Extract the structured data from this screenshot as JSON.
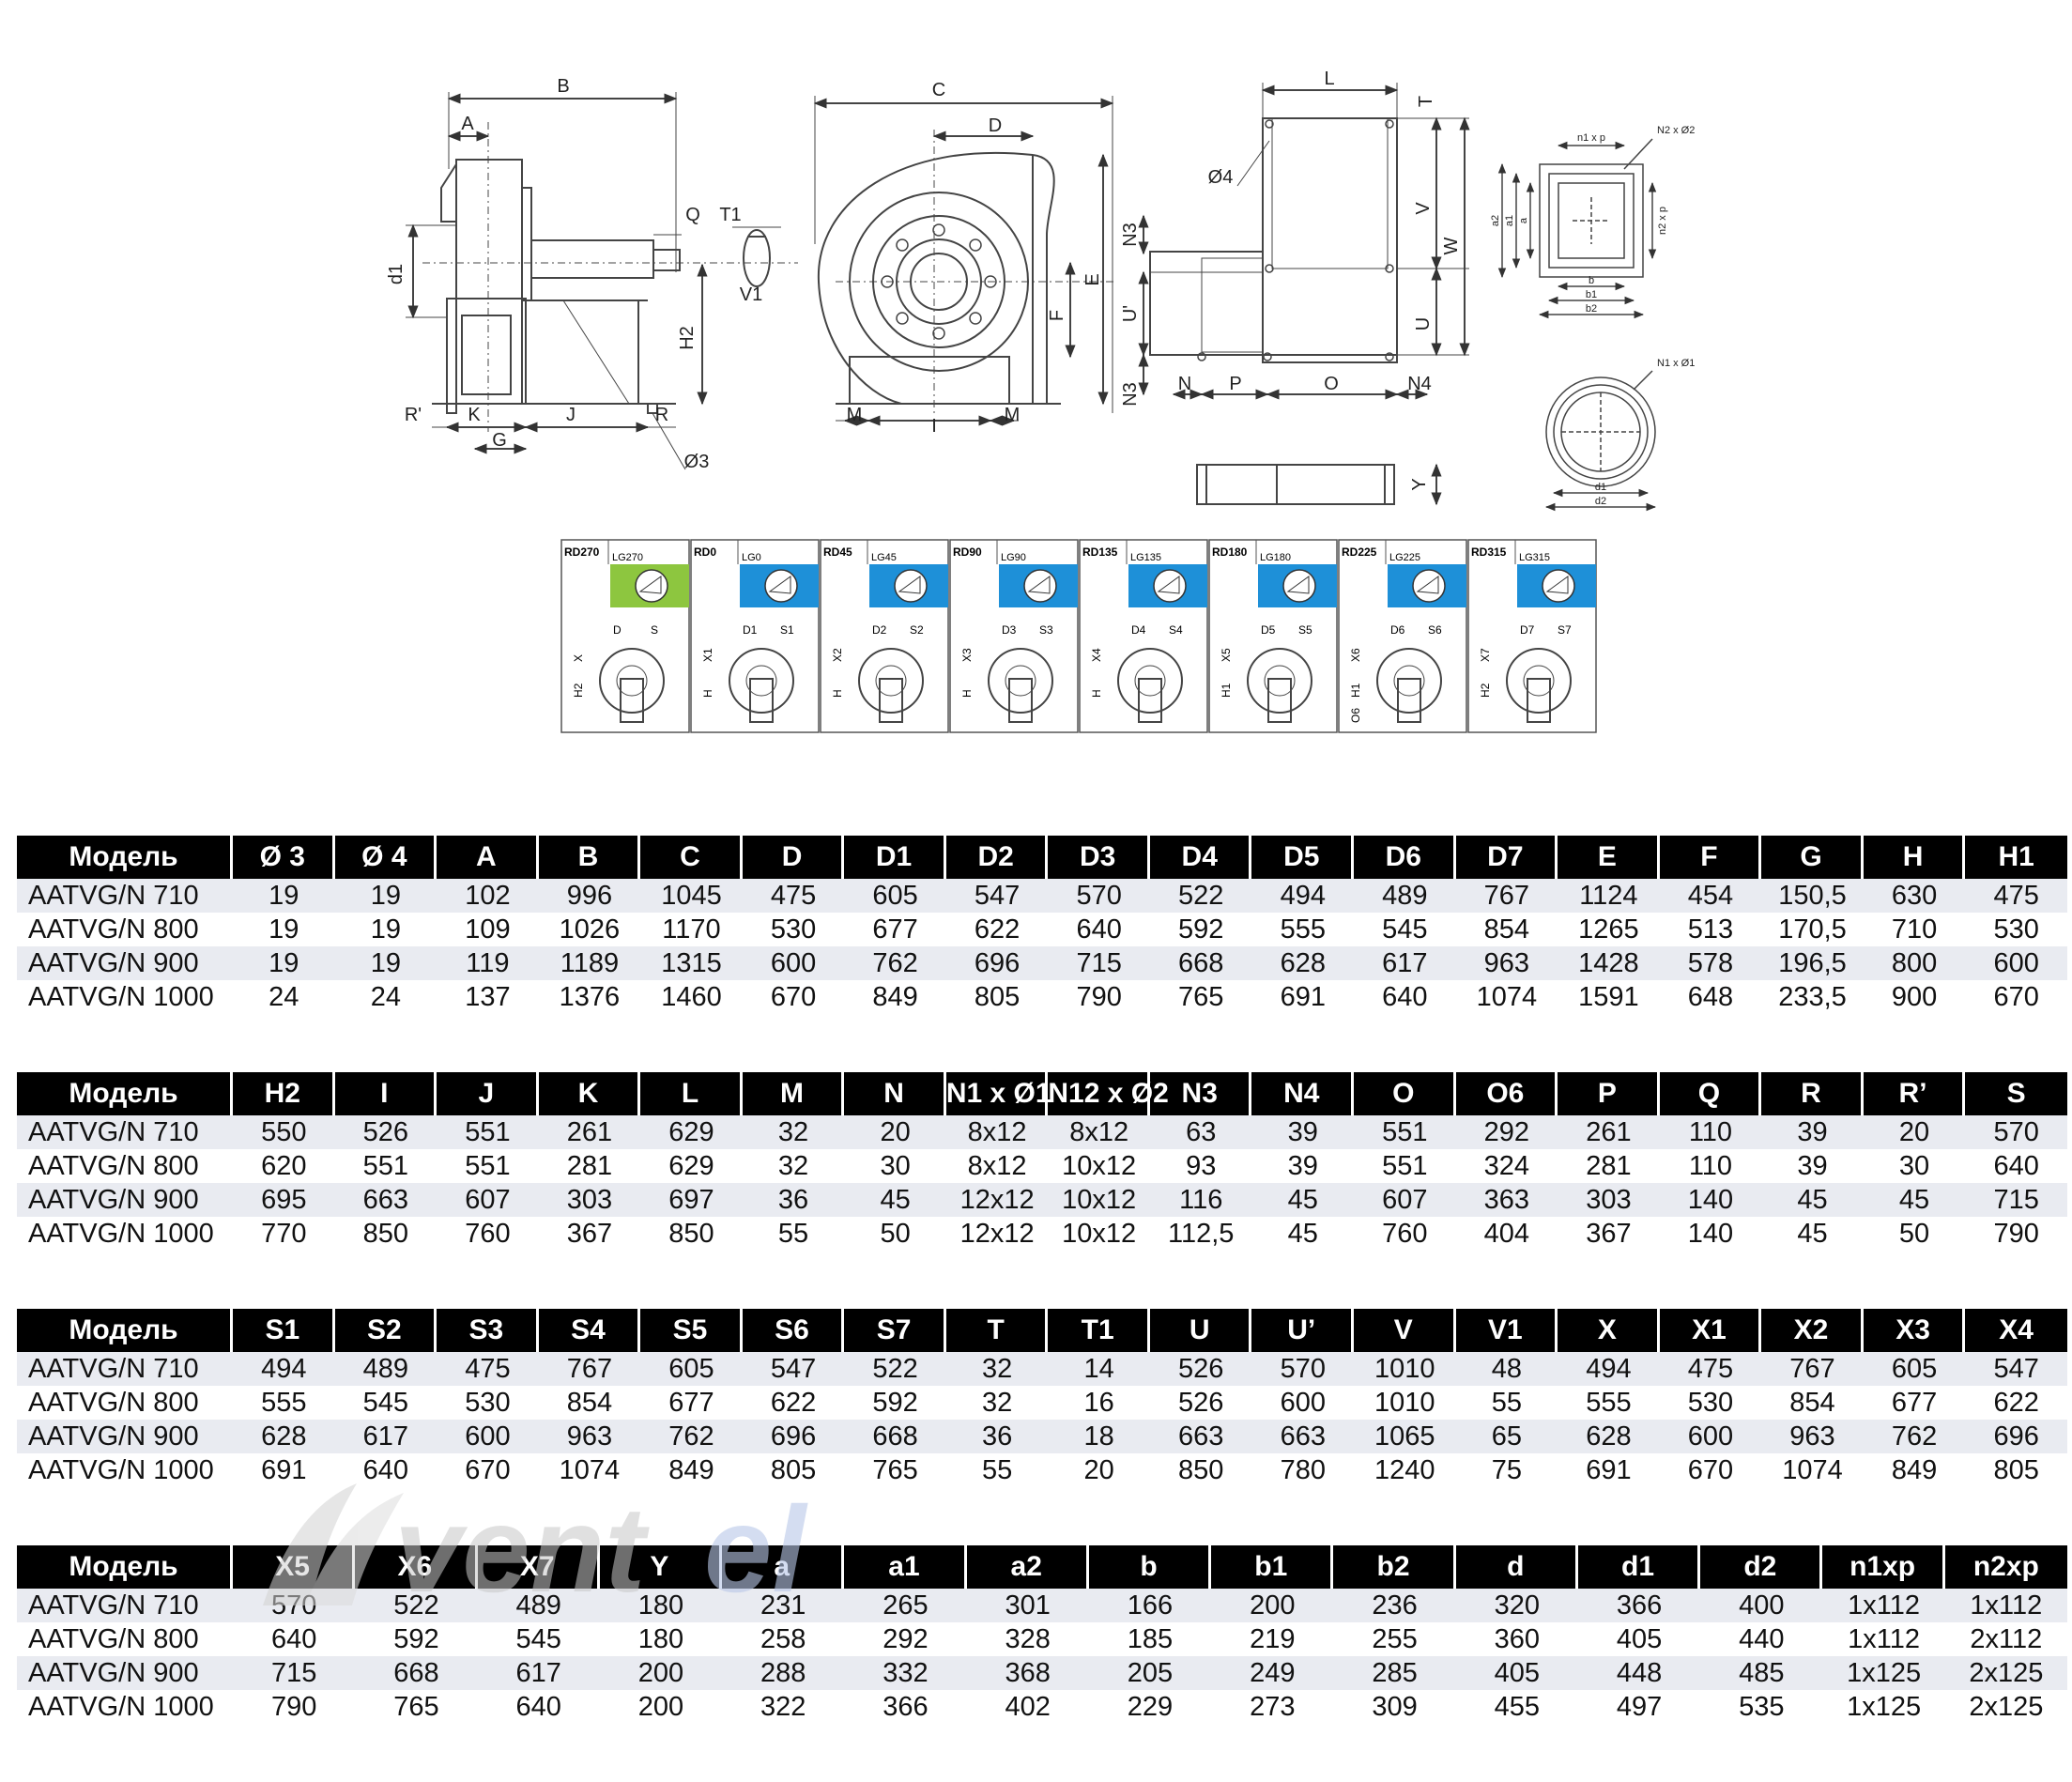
{
  "labels": {
    "side": [
      "B",
      "A",
      "Q",
      "T1",
      "d1",
      "H2",
      "V1",
      "R'",
      "K",
      "J",
      "R",
      "G",
      "Ø3"
    ],
    "front": [
      "C",
      "D",
      "E",
      "F",
      "M",
      "I",
      "M"
    ],
    "top": [
      "L",
      "T",
      "Ø4",
      "V",
      "W",
      "N3",
      "U'",
      "U",
      "N3",
      "N",
      "P",
      "O",
      "N4"
    ],
    "flange_rect": [
      "n1 x p",
      "N2 x Ø2",
      "a2",
      "a1",
      "a",
      "n2 x p",
      "b",
      "b1",
      "b2"
    ],
    "flange_round": [
      "N1 x Ø1",
      "d1",
      "d2"
    ],
    "side_small": [
      "Y"
    ]
  },
  "positions": [
    {
      "rd": "RD270",
      "lg": "LG270",
      "highlight": "#8dc63f",
      "dims": [
        "D",
        "S",
        "X",
        "H2"
      ]
    },
    {
      "rd": "RD0",
      "lg": "LG0",
      "highlight": "#1e90d8",
      "dims": [
        "D1",
        "S1",
        "X1",
        "H"
      ]
    },
    {
      "rd": "RD45",
      "lg": "LG45",
      "highlight": "#1e90d8",
      "dims": [
        "D2",
        "S2",
        "X2",
        "H"
      ]
    },
    {
      "rd": "RD90",
      "lg": "LG90",
      "highlight": "#1e90d8",
      "dims": [
        "D3",
        "S3",
        "X3",
        "H"
      ]
    },
    {
      "rd": "RD135",
      "lg": "LG135",
      "highlight": "#1e90d8",
      "dims": [
        "D4",
        "S4",
        "X4",
        "H"
      ]
    },
    {
      "rd": "RD180",
      "lg": "LG180",
      "highlight": "#1e90d8",
      "dims": [
        "D5",
        "S5",
        "X5",
        "H1"
      ]
    },
    {
      "rd": "RD225",
      "lg": "LG225",
      "highlight": "#1e90d8",
      "dims": [
        "D6",
        "S6",
        "X6",
        "H1",
        "O6"
      ]
    },
    {
      "rd": "RD315",
      "lg": "LG315",
      "highlight": "#1e90d8",
      "dims": [
        "D7",
        "S7",
        "X7",
        "H2"
      ]
    }
  ],
  "tables": [
    {
      "headers": [
        "Модель",
        "Ø 3",
        "Ø 4",
        "A",
        "B",
        "C",
        "D",
        "D1",
        "D2",
        "D3",
        "D4",
        "D5",
        "D6",
        "D7",
        "E",
        "F",
        "G",
        "H",
        "H1"
      ],
      "rows": [
        [
          "AATVG/N 710",
          "19",
          "19",
          "102",
          "996",
          "1045",
          "475",
          "605",
          "547",
          "570",
          "522",
          "494",
          "489",
          "767",
          "1124",
          "454",
          "150,5",
          "630",
          "475"
        ],
        [
          "AATVG/N 800",
          "19",
          "19",
          "109",
          "1026",
          "1170",
          "530",
          "677",
          "622",
          "640",
          "592",
          "555",
          "545",
          "854",
          "1265",
          "513",
          "170,5",
          "710",
          "530"
        ],
        [
          "AATVG/N 900",
          "19",
          "19",
          "119",
          "1189",
          "1315",
          "600",
          "762",
          "696",
          "715",
          "668",
          "628",
          "617",
          "963",
          "1428",
          "578",
          "196,5",
          "800",
          "600"
        ],
        [
          "AATVG/N 1000",
          "24",
          "24",
          "137",
          "1376",
          "1460",
          "670",
          "849",
          "805",
          "790",
          "765",
          "691",
          "640",
          "1074",
          "1591",
          "648",
          "233,5",
          "900",
          "670"
        ]
      ]
    },
    {
      "headers": [
        "Модель",
        "H2",
        "I",
        "J",
        "K",
        "L",
        "M",
        "N",
        "N1 x Ø1",
        "N12 x Ø2",
        "N3",
        "N4",
        "O",
        "O6",
        "P",
        "Q",
        "R",
        "R’",
        "S"
      ],
      "rows": [
        [
          "AATVG/N 710",
          "550",
          "526",
          "551",
          "261",
          "629",
          "32",
          "20",
          "8x12",
          "8x12",
          "63",
          "39",
          "551",
          "292",
          "261",
          "110",
          "39",
          "20",
          "570"
        ],
        [
          "AATVG/N 800",
          "620",
          "551",
          "551",
          "281",
          "629",
          "32",
          "30",
          "8x12",
          "10x12",
          "93",
          "39",
          "551",
          "324",
          "281",
          "110",
          "39",
          "30",
          "640"
        ],
        [
          "AATVG/N 900",
          "695",
          "663",
          "607",
          "303",
          "697",
          "36",
          "45",
          "12x12",
          "10x12",
          "116",
          "45",
          "607",
          "363",
          "303",
          "140",
          "45",
          "45",
          "715"
        ],
        [
          "AATVG/N 1000",
          "770",
          "850",
          "760",
          "367",
          "850",
          "55",
          "50",
          "12x12",
          "10x12",
          "112,5",
          "45",
          "760",
          "404",
          "367",
          "140",
          "45",
          "50",
          "790"
        ]
      ]
    },
    {
      "headers": [
        "Модель",
        "S1",
        "S2",
        "S3",
        "S4",
        "S5",
        "S6",
        "S7",
        "T",
        "T1",
        "U",
        "U’",
        "V",
        "V1",
        "X",
        "X1",
        "X2",
        "X3",
        "X4"
      ],
      "rows": [
        [
          "AATVG/N 710",
          "494",
          "489",
          "475",
          "767",
          "605",
          "547",
          "522",
          "32",
          "14",
          "526",
          "570",
          "1010",
          "48",
          "494",
          "475",
          "767",
          "605",
          "547"
        ],
        [
          "AATVG/N 800",
          "555",
          "545",
          "530",
          "854",
          "677",
          "622",
          "592",
          "32",
          "16",
          "526",
          "600",
          "1010",
          "55",
          "555",
          "530",
          "854",
          "677",
          "622"
        ],
        [
          "AATVG/N 900",
          "628",
          "617",
          "600",
          "963",
          "762",
          "696",
          "668",
          "36",
          "18",
          "663",
          "663",
          "1065",
          "65",
          "628",
          "600",
          "963",
          "762",
          "696"
        ],
        [
          "AATVG/N 1000",
          "691",
          "640",
          "670",
          "1074",
          "849",
          "805",
          "765",
          "55",
          "20",
          "850",
          "780",
          "1240",
          "75",
          "691",
          "670",
          "1074",
          "849",
          "805"
        ]
      ]
    },
    {
      "headers": [
        "Модель",
        "X5",
        "X6",
        "X7",
        "Y",
        "a",
        "a1",
        "a2",
        "b",
        "b1",
        "b2",
        "d",
        "d1",
        "d2",
        "n1xp",
        "n2xp"
      ],
      "rows": [
        [
          "AATVG/N 710",
          "570",
          "522",
          "489",
          "180",
          "231",
          "265",
          "301",
          "166",
          "200",
          "236",
          "320",
          "366",
          "400",
          "1x112",
          "1x112"
        ],
        [
          "AATVG/N 800",
          "640",
          "592",
          "545",
          "180",
          "258",
          "292",
          "328",
          "185",
          "219",
          "255",
          "360",
          "405",
          "440",
          "1x112",
          "2x112"
        ],
        [
          "AATVG/N 900",
          "715",
          "668",
          "617",
          "200",
          "288",
          "332",
          "368",
          "205",
          "249",
          "285",
          "405",
          "448",
          "485",
          "1x125",
          "2x125"
        ],
        [
          "AATVG/N 1000",
          "790",
          "765",
          "640",
          "200",
          "322",
          "366",
          "402",
          "229",
          "273",
          "309",
          "455",
          "497",
          "535",
          "1x125",
          "2x125"
        ]
      ]
    }
  ],
  "watermark": {
    "part1": "vent",
    "part2": "el",
    "color1": "#c8c8c8",
    "color2": "#b9c8e8"
  }
}
